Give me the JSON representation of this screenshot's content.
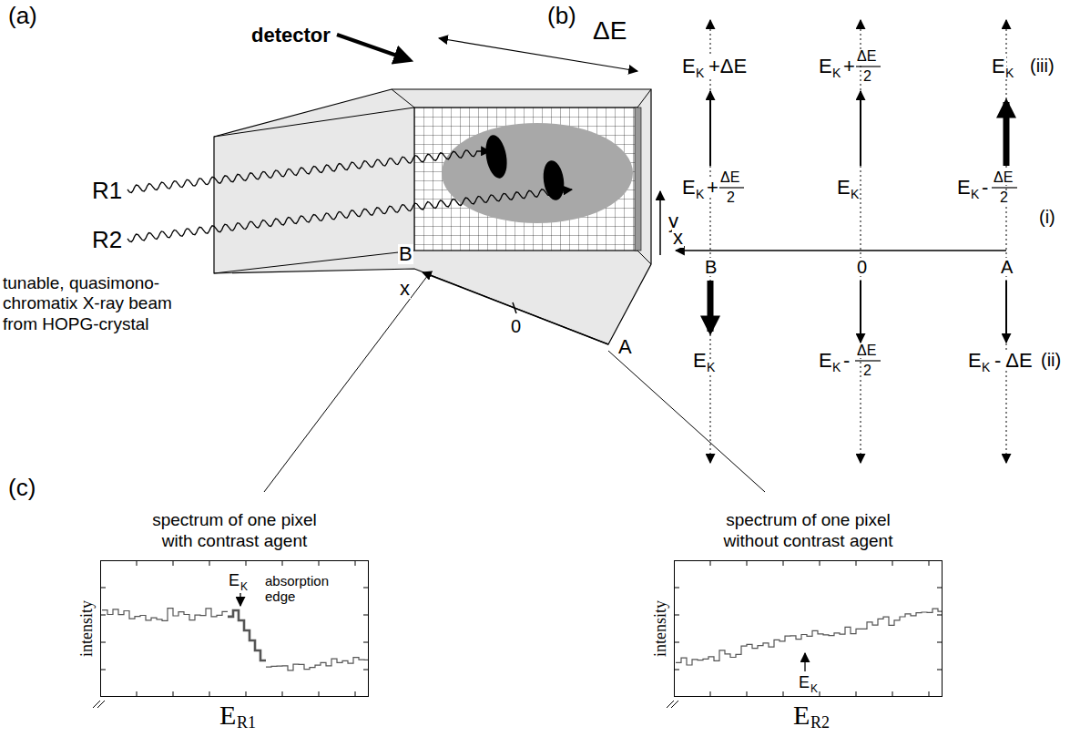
{
  "diagram": {
    "nodes": [
      {
        "text": [
          "spectrum of one pixel with contrast agent",
          "intensity"
        ]
      },
      {
        "text": [
          "spectrum of one pixel without contrast agent",
          "intensity"
        ]
      }
    ],
    "labels": [
      "(a)",
      "detector",
      "ΔE",
      "tunable, quasimono- chromatix X-ray beam from HOPG-crystal",
      "R1",
      "R2",
      "B",
      "x",
      "0",
      "A",
      "y",
      "(b)",
      "E",
      "K",
      "+ΔE",
      "E",
      "K",
      "+",
      "ΔE",
      "2",
      "E",
      "K",
      "(iii)",
      "E",
      "K",
      "+",
      "ΔE",
      "2",
      "E",
      "K",
      "E",
      "K",
      "-",
      "ΔE",
      "2",
      "(i)",
      "x",
      "B",
      "0",
      "A",
      "E",
      "K",
      "E",
      "K",
      "-",
      "ΔE",
      "2",
      "E",
      "K",
      "- ΔE",
      "(ii)",
      "(c)",
      "E",
      "K",
      "absorption edge",
      "E",
      "K",
      "E",
      "R1",
      "E",
      "R2"
    ]
  }
}
